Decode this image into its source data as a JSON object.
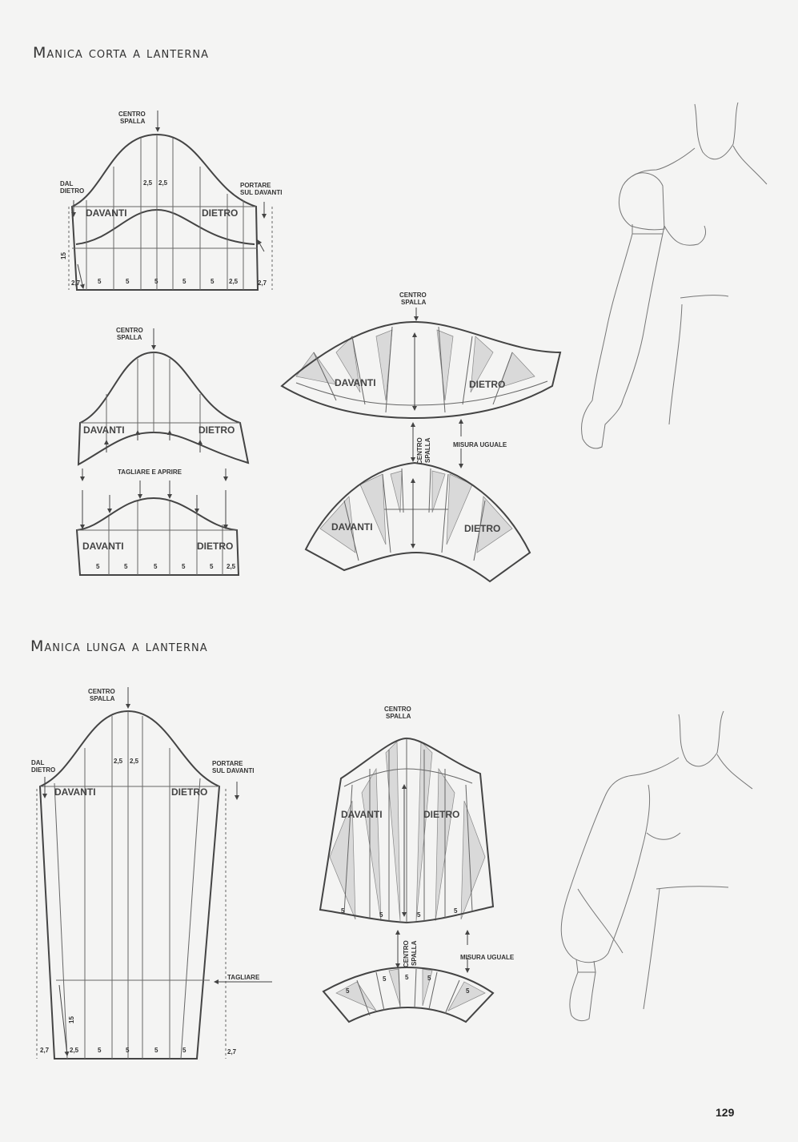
{
  "titles": {
    "short": "Manica corta a lanterna",
    "long": "Manica lunga a lanterna"
  },
  "page_number": "129",
  "labels": {
    "centro_spalla": [
      "CENTRO",
      "SPALLA"
    ],
    "dal_dietro": [
      "DAL",
      "DIETRO"
    ],
    "portare_sul_davanti": [
      "PORTARE",
      "SUL DAVANTI"
    ],
    "davanti": "DAVANTI",
    "dietro": "DIETRO",
    "tagliare_e_aprire": "TAGLIARE E APRIRE",
    "tagliare": "TAGLIARE",
    "misura_uguale": "MISURA UGUALE",
    "centro_spalla_vertical": [
      "CENTRO",
      "SPALLA"
    ],
    "ease": "2,5"
  },
  "measurements": {
    "short_bottom": [
      "2,7",
      "5",
      "5",
      "5",
      "5",
      "5",
      "2,5",
      "2,7"
    ],
    "short_height": "15",
    "short_lower_bottom": [
      "5",
      "5",
      "5",
      "5",
      "5",
      "2,5"
    ],
    "long_bottom": [
      "2,7",
      "2,5",
      "5",
      "5",
      "5",
      "5",
      "2,7"
    ],
    "long_height": "15",
    "long_panel_bottom": [
      "5",
      "5",
      "5",
      "5"
    ],
    "cuff_numbers": [
      "5",
      "5",
      "5",
      "5",
      "5"
    ]
  }
}
